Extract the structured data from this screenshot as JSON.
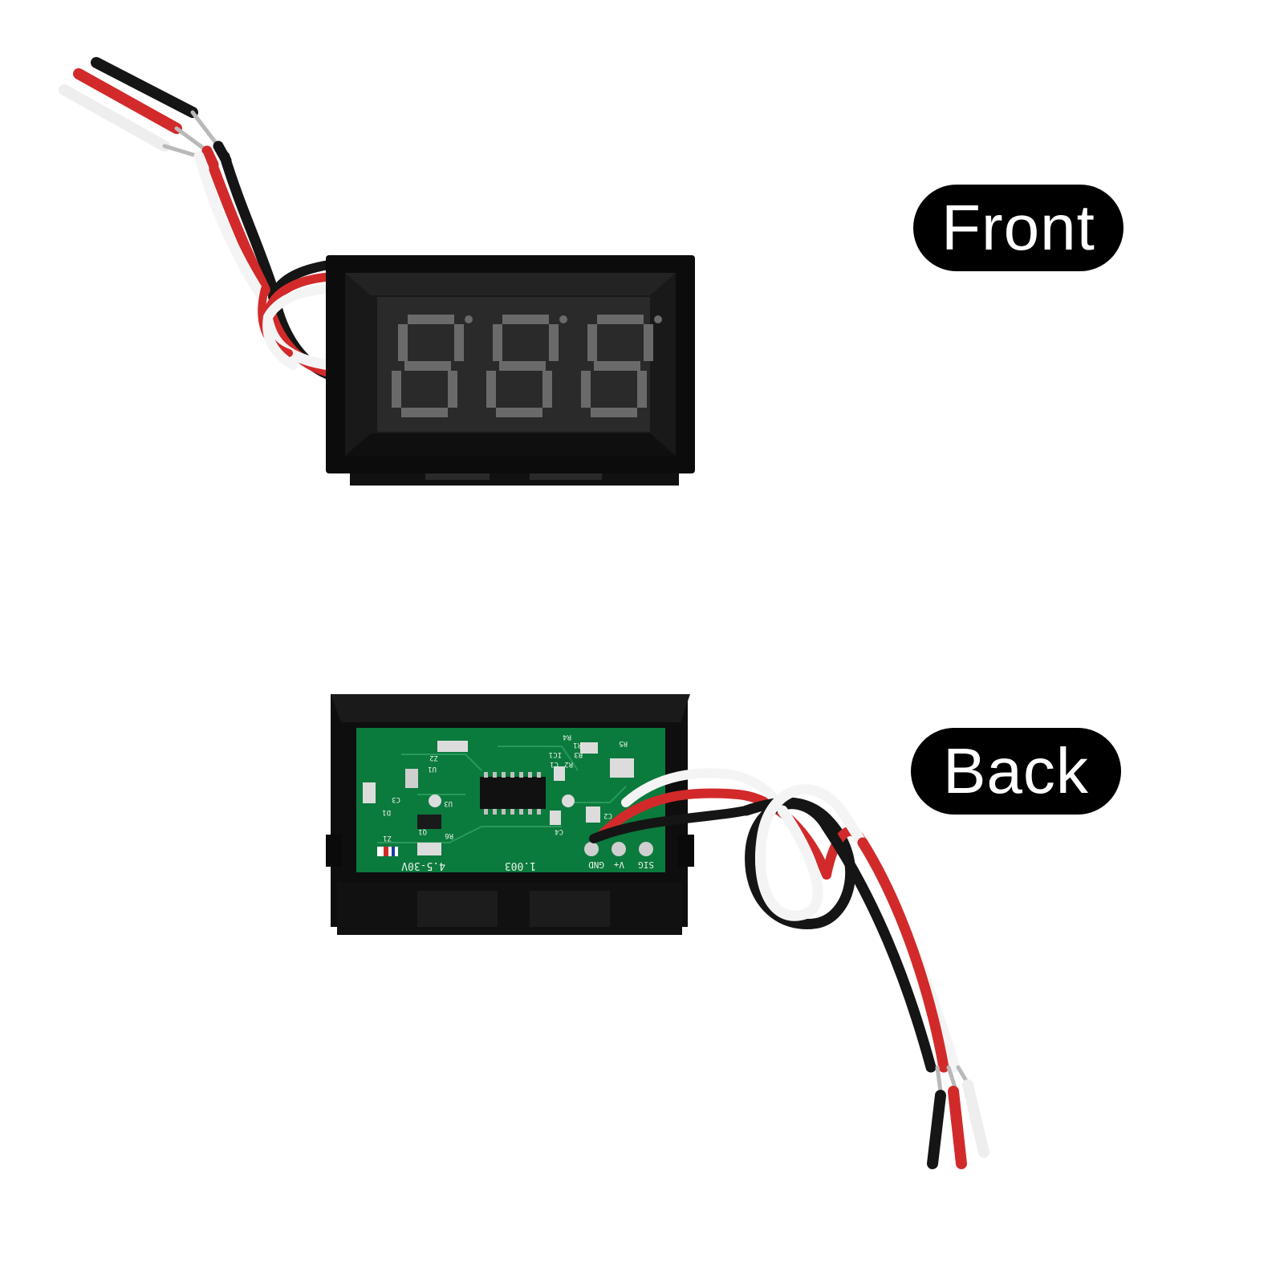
{
  "labels": {
    "front": "Front",
    "back": "Back"
  },
  "display": {
    "digit_count": 3,
    "segment_color": "#6a6a6a",
    "panel_color": "#2a2a2a"
  },
  "pcb": {
    "voltage_text": "4.5-30V",
    "code_text": "1.003",
    "pins": [
      "GND",
      "V+",
      "SIG"
    ],
    "refs": [
      "R1",
      "R3",
      "R2",
      "R4",
      "R5",
      "R6",
      "C1",
      "C2",
      "C3",
      "C4",
      "D1",
      "Z1",
      "U1",
      "U3",
      "Z2",
      "Q1",
      "IC1"
    ],
    "board_color": "#0b7a3d"
  },
  "colors": {
    "wire_red": "#d22a2a",
    "wire_black": "#151515",
    "wire_white": "#f4f4f4",
    "case_black": "#0c0c0c"
  }
}
